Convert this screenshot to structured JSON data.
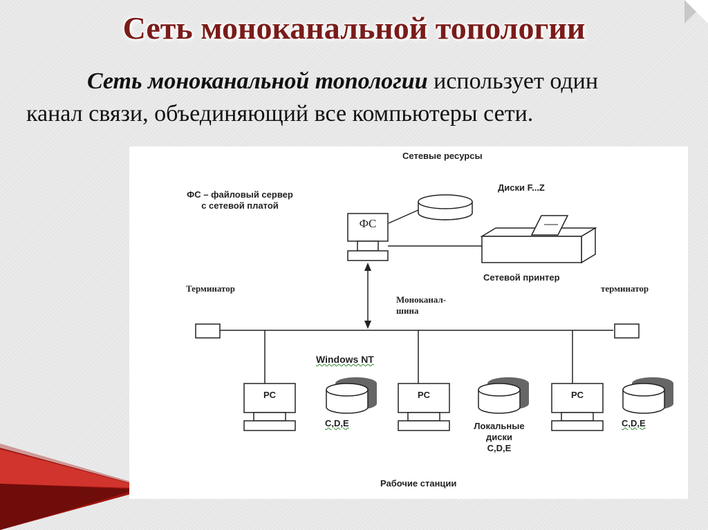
{
  "slide": {
    "title": "Сеть моноканальной топологии",
    "paragraph_em": "Сеть моноканальной топологии",
    "paragraph_rest_line1": " использует один",
    "paragraph_line2": "канал связи, объединяющий все компьютеры сети."
  },
  "diagram": {
    "network_resources": "Сетевые ресурсы",
    "fs_note_line1": "ФС – файловый сервер",
    "fs_note_line2": "с сетевой платой",
    "disks_label": "Диски F...Z",
    "fs_box": "ФС",
    "network_printer": "Сетевой принтер",
    "terminator_left": "Терминатор",
    "terminator_right": "терминатор",
    "bus_line1": "Моноканал-",
    "bus_line2": "шина",
    "windows_nt": "Windows NT",
    "pc1": "PC",
    "pc2": "PC",
    "pc3": "PC",
    "disk_label_1": "C,D,E",
    "local_disks_line1": "Локальные",
    "local_disks_line2": "диски",
    "local_disks_line3": "C,D,E",
    "disk_label_3": "C,D,E",
    "workstations": "Рабочие станции"
  }
}
